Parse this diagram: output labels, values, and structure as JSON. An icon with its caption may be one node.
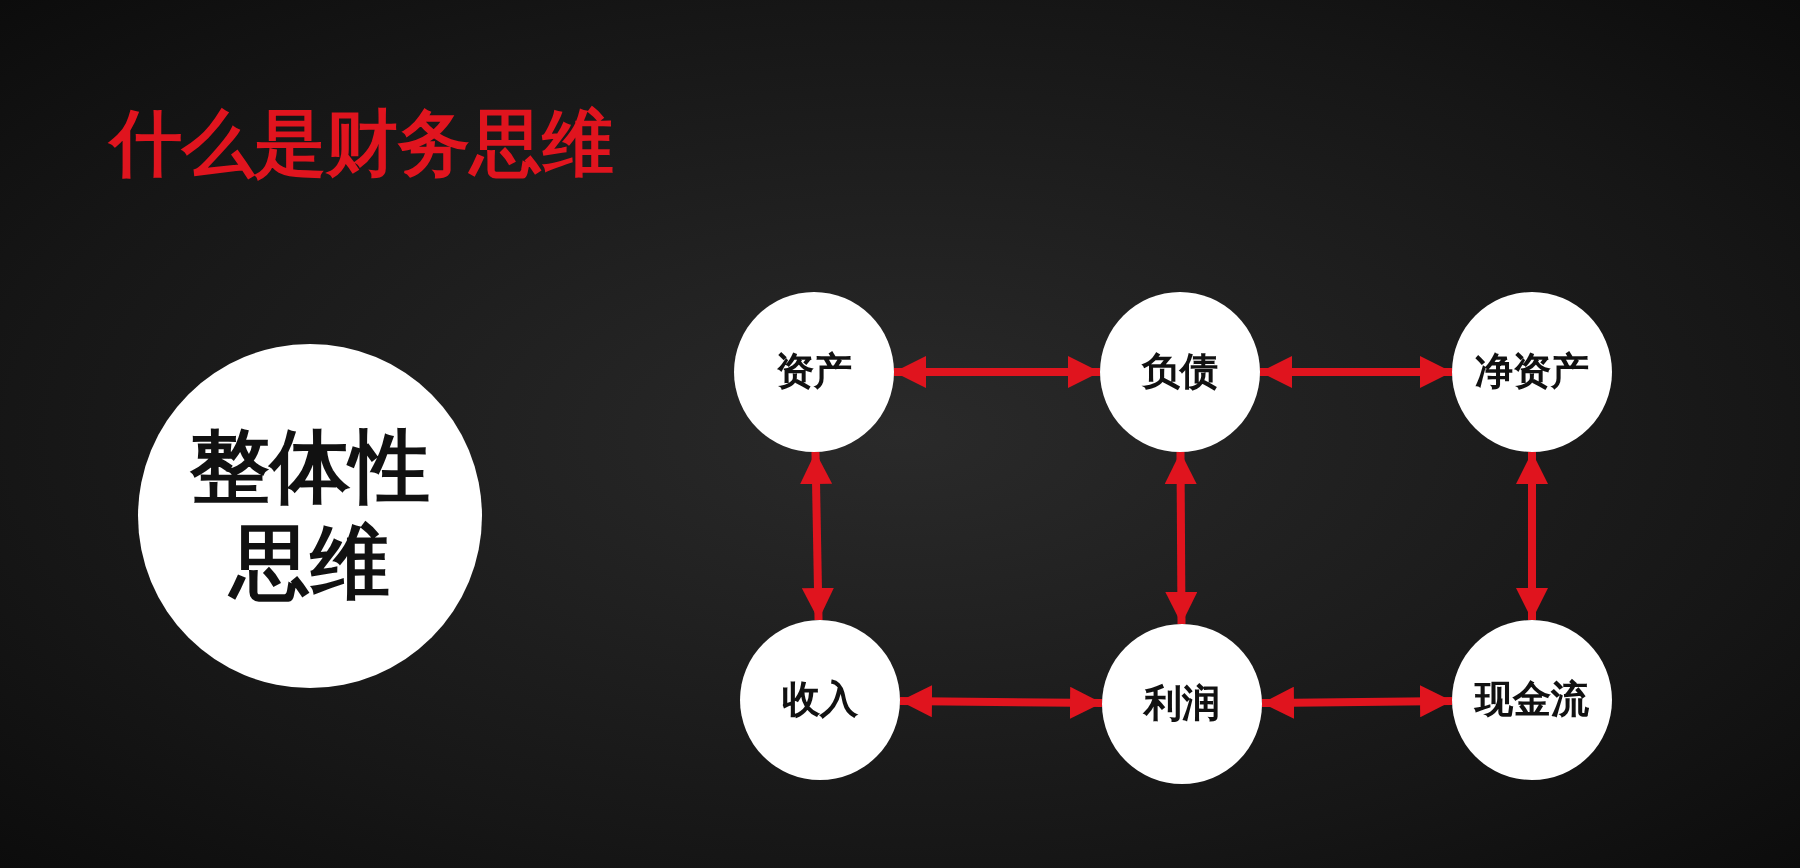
{
  "diagram": {
    "title": "什么是财务思维",
    "nodes": [
      {
        "text": [
          "整体性思维"
        ]
      },
      {
        "text": [
          "资产"
        ]
      },
      {
        "text": [
          "负债"
        ]
      },
      {
        "text": [
          "净资产"
        ]
      },
      {
        "text": [
          "收入"
        ]
      },
      {
        "text": [
          "利润"
        ]
      },
      {
        "text": [
          "现金流"
        ]
      }
    ],
    "edges": [
      {
        "from": 1,
        "to": 2,
        "arrow": "both"
      },
      {
        "from": 2,
        "to": 3,
        "arrow": "both"
      },
      {
        "from": 1,
        "to": 4,
        "arrow": "both"
      },
      {
        "from": 2,
        "to": 5,
        "arrow": "both"
      },
      {
        "from": 3,
        "to": 6,
        "arrow": "both"
      },
      {
        "from": 4,
        "to": 5,
        "arrow": "both"
      },
      {
        "from": 5,
        "to": 6,
        "arrow": "both"
      }
    ]
  }
}
